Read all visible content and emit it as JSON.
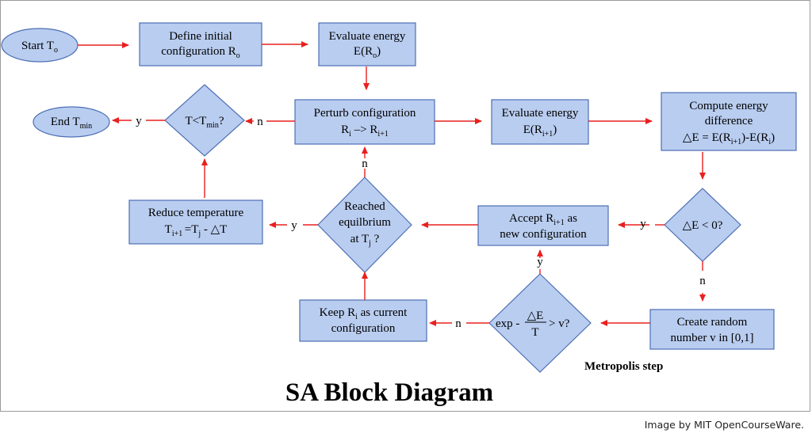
{
  "diagram": {
    "title": "SA Block Diagram",
    "credit": "Image by MIT OpenCourseWare.",
    "yes_label": "y",
    "no_label": "n",
    "nodes": {
      "start": {
        "text": "Start T",
        "sub": "o"
      },
      "end": {
        "text": "End T",
        "sub": "min"
      },
      "define": {
        "line1": "Define initial",
        "line2": "configuration R",
        "line2_sub": "o"
      },
      "eval0": {
        "line1": "Evaluate energy",
        "line2": "E(R",
        "line2_sub": "o",
        "line2_end": ")"
      },
      "perturb": {
        "line1": "Perturb configuration",
        "l2a": "R",
        "l2a_sub": "i",
        "l2b": " –> R",
        "l2b_sub": "i+1"
      },
      "eval1": {
        "line1": "Evaluate energy",
        "line2": "E(R",
        "line2_sub": "i+1",
        "line2_end": ")"
      },
      "diff": {
        "line1": "Compute energy",
        "line2": "difference",
        "l3a": "△E = E(R",
        "l3a_sub": "i+1",
        "l3b": ")-E(R",
        "l3b_sub": "i",
        "l3c": ")"
      },
      "cmp": {
        "text": "△E < 0?"
      },
      "accept": {
        "l1a": "Accept R",
        "l1a_sub": "i+1",
        "l1b": " as",
        "line2": "new configuration"
      },
      "random": {
        "line1": "Create random",
        "line2": "number v in [0,1]"
      },
      "metro": {
        "prefix": "exp -",
        "num": "△E",
        "den": "T",
        "suffix": " > v?"
      },
      "metro_caption": "Metropolis step",
      "keep": {
        "l1a": "Keep R",
        "l1a_sub": "i",
        "l1b": " as current",
        "line2": "configuration"
      },
      "equil": {
        "line1": "Reached",
        "line2": "equilbrium",
        "l3a": "at T",
        "l3a_sub": "j",
        "l3b": " ?"
      },
      "reduce": {
        "line1": "Reduce temperature",
        "l2a": "T",
        "l2a_sub": "i+1 ",
        "l2b": "=T",
        "l2b_sub": "j",
        "l2c": " - △T"
      },
      "tcheck": {
        "a": "T<T",
        "a_sub": "min",
        "b": "?"
      }
    }
  }
}
